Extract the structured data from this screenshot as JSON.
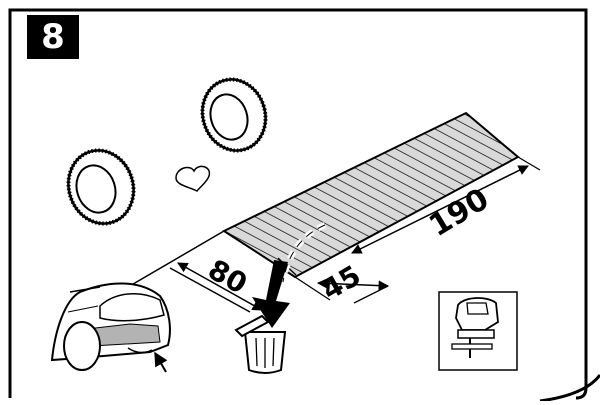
{
  "step": {
    "number": "8"
  },
  "dimensions": {
    "width_label": "80",
    "offset_label": "45",
    "length_label": "190"
  },
  "icons": {
    "frame": "rounded-frame",
    "tire": "spare-tire-icon",
    "heart": "heart-outline-icon",
    "car": "car-rear-icon",
    "trash": "trash-bin-icon",
    "tool": "jigsaw-tool-icon"
  },
  "colors": {
    "ink": "#000000",
    "paper": "#ffffff",
    "hatch": "#d9d9d9",
    "bumper": "#b3b3b3"
  }
}
